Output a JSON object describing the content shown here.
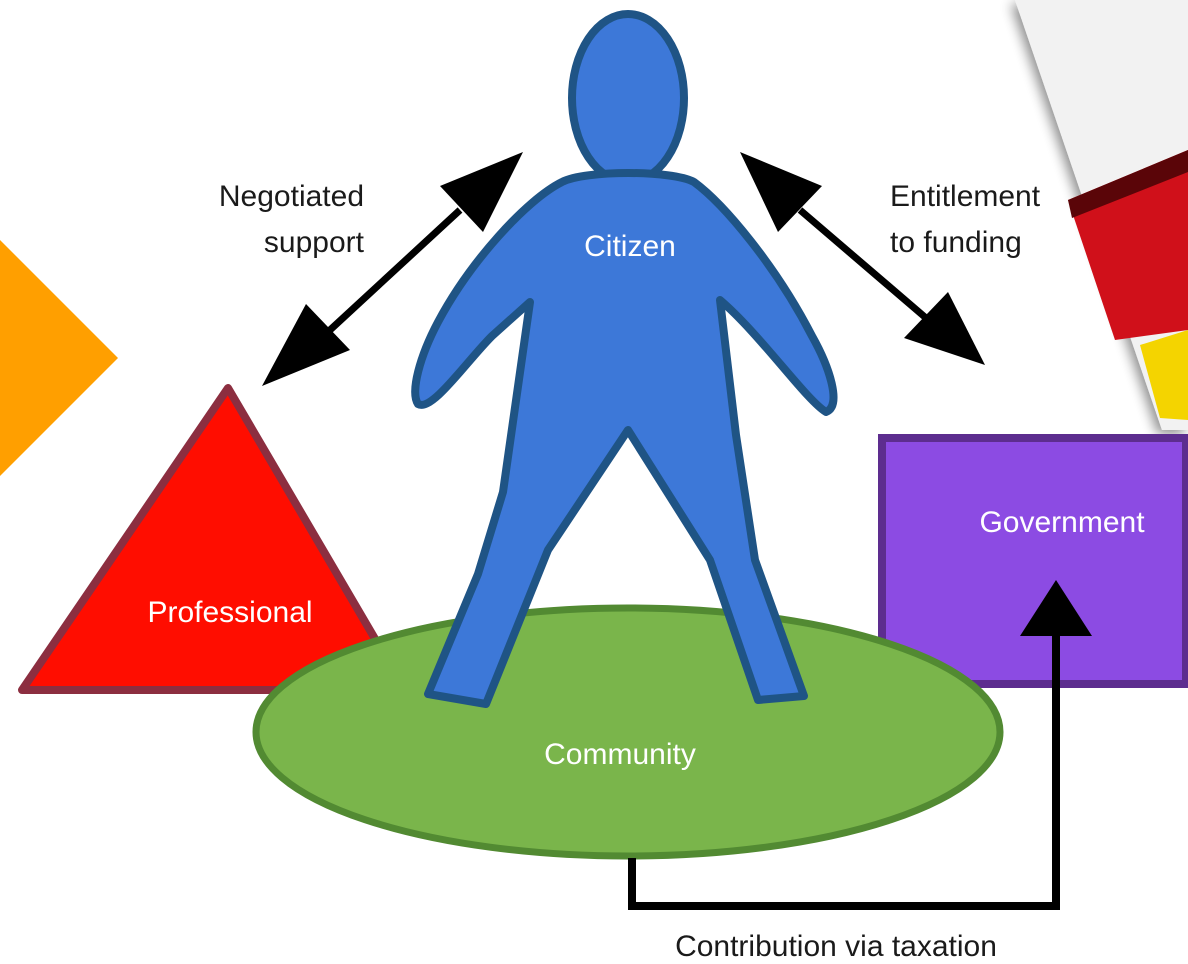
{
  "nodes": {
    "citizen": {
      "label": "Citizen",
      "color": "#3d78d8",
      "stroke": "#1f5485"
    },
    "professional": {
      "label": "Professional",
      "color": "#ff0d00",
      "stroke": "#8c2e40"
    },
    "community": {
      "label": "Community",
      "color": "#7ab54b",
      "stroke": "#528a32"
    },
    "government": {
      "label": "Government",
      "color": "#8c4be3",
      "stroke": "#5d2d8f"
    }
  },
  "relations": {
    "negotiated": {
      "line1": "Negotiated",
      "line2": "support"
    },
    "entitlement": {
      "line1": "Entitlement",
      "line2": "to funding"
    },
    "taxation": {
      "label": "Contribution via taxation"
    }
  },
  "colors": {
    "arrow": "#000000",
    "orange_shape": "#ff9f00",
    "background_picture_red": "#d0101a",
    "background_picture_yellow": "#f4d400"
  }
}
